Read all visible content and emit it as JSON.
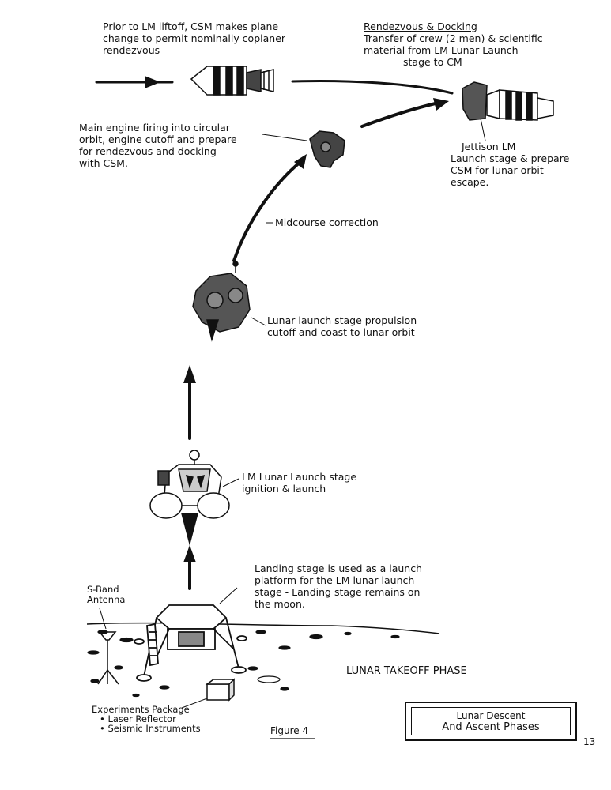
{
  "labels": {
    "plane_change": [
      "Prior to LM liftoff, CSM makes plane",
      "change to permit nominally coplaner",
      "rendezvous"
    ],
    "rendezvous_title": "Rendezvous & Docking",
    "rendezvous_desc": [
      "Transfer of crew (2 men) & scientific",
      "material from LM Lunar Launch",
      "stage to CM"
    ],
    "main_engine": [
      "Main engine firing into circular",
      "orbit, engine cutoff and prepare",
      "for rendezvous and docking",
      "with CSM."
    ],
    "jettison": [
      "Jettison LM",
      "Launch stage & prepare",
      "CSM for lunar orbit",
      "escape."
    ],
    "midcourse": "Midcourse correction",
    "propulsion_cutoff": [
      "Lunar launch stage propulsion",
      "cutoff and coast to lunar orbit"
    ],
    "ignition": [
      "LM Lunar Launch stage",
      "ignition & launch"
    ],
    "landing_stage": [
      "Landing stage is used as a launch",
      "platform for the LM lunar launch",
      "stage - Landing stage remains on",
      "the moon."
    ],
    "antenna": [
      "S-Band",
      "Antenna"
    ],
    "experiments": [
      "Experiments Package",
      "• Laser Reflector",
      "• Seismic Instruments"
    ],
    "phase_title": "LUNAR TAKEOFF PHASE",
    "figure": "Figure 4",
    "box_text": [
      "Lunar Descent",
      "And Ascent Phases"
    ],
    "page_number": "13"
  },
  "colors": {
    "ink": "#111111",
    "paper": "#ffffff"
  }
}
